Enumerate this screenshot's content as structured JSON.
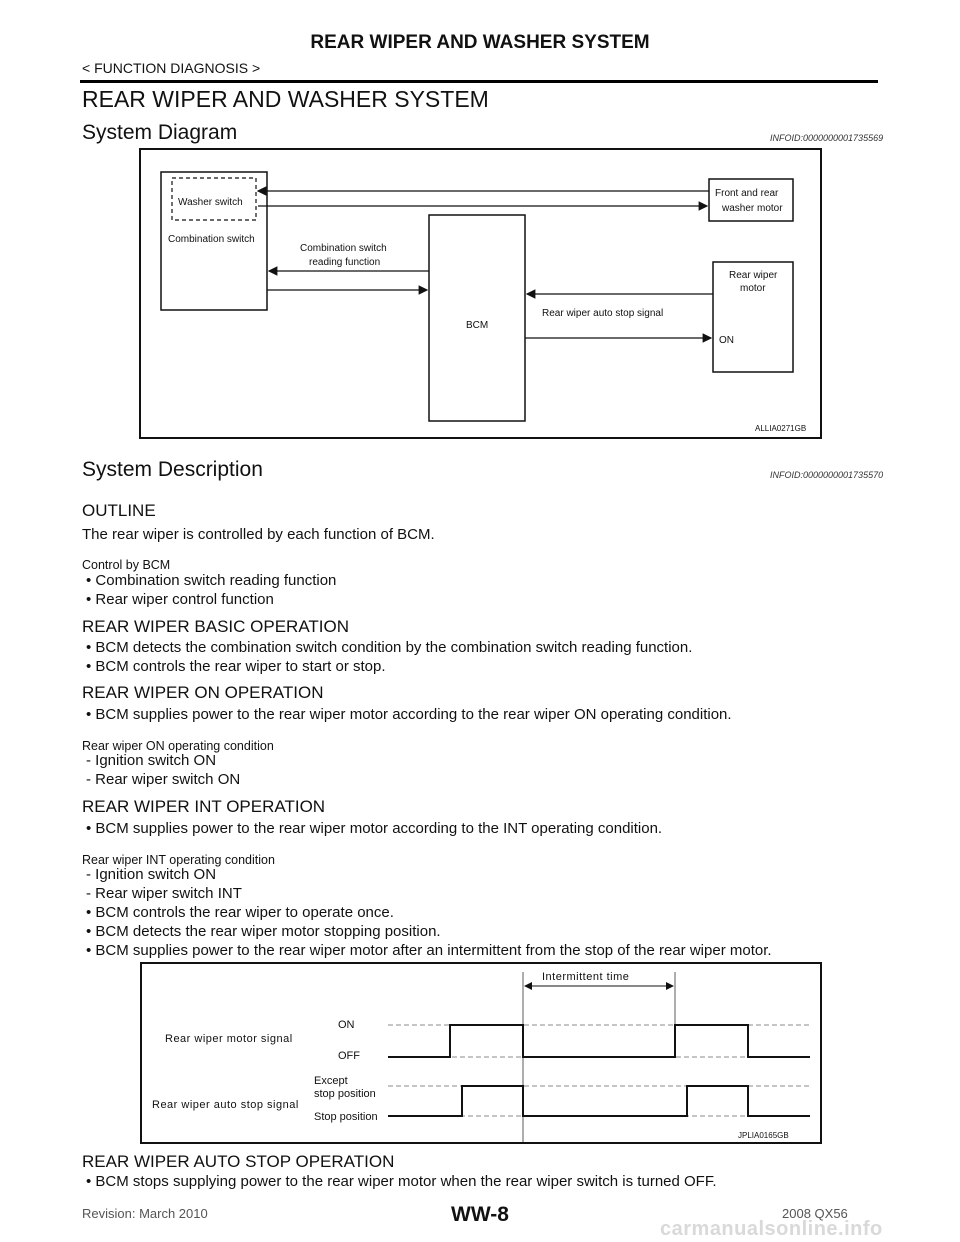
{
  "header": {
    "title": "REAR WIPER AND WASHER SYSTEM",
    "subtitle": "< FUNCTION DIAGNOSIS >"
  },
  "main_title": "REAR WIPER AND WASHER SYSTEM",
  "sections": {
    "diagram": {
      "title": "System Diagram",
      "infoid": "INFOID:0000000001735569"
    },
    "description": {
      "title": "System Description",
      "infoid": "INFOID:0000000001735570"
    }
  },
  "diagram1": {
    "washer_switch": "Washer switch",
    "combination_switch": "Combination switch",
    "front_rear_washer_motor_1": "Front and rear",
    "front_rear_washer_motor_2": "washer motor",
    "comb_reading_1": "Combination switch",
    "comb_reading_2": "reading function",
    "rear_wiper_motor_1": "Rear wiper",
    "rear_wiper_motor_2": "motor",
    "bcm": "BCM",
    "auto_stop_signal": "Rear wiper auto stop signal",
    "on": "ON",
    "figure_id": "ALLIA0271GB"
  },
  "outline": {
    "heading": "OUTLINE",
    "text": "The rear wiper is controlled by each function of BCM.",
    "control_label": "Control by BCM",
    "items": [
      "• Combination switch reading function",
      "• Rear wiper control function"
    ]
  },
  "basic_op": {
    "heading": "REAR WIPER BASIC OPERATION",
    "items": [
      "• BCM detects the combination switch condition by the combination switch reading function.",
      "• BCM controls the rear wiper to start or stop."
    ]
  },
  "on_op": {
    "heading": "REAR WIPER ON OPERATION",
    "item": "• BCM supplies power to the rear wiper motor according to the rear wiper ON operating condition.",
    "condition_label": "Rear wiper ON operating condition",
    "conditions": [
      "- Ignition switch ON",
      "- Rear wiper switch ON"
    ]
  },
  "int_op": {
    "heading": "REAR WIPER INT OPERATION",
    "item": "• BCM supplies power to the rear wiper motor according to the INT operating condition.",
    "condition_label": "Rear wiper INT operating condition",
    "conditions": [
      "- Ignition switch ON",
      "- Rear wiper switch INT"
    ],
    "items2": [
      "• BCM controls the rear wiper to operate once.",
      "• BCM detects the rear wiper motor stopping position.",
      "• BCM supplies power to the rear wiper motor after an intermittent from the stop of the rear wiper motor."
    ]
  },
  "diagram2": {
    "intermittent_time": "Intermittent time",
    "motor_signal": "Rear wiper motor signal",
    "on": "ON",
    "off": "OFF",
    "auto_stop_signal": "Rear wiper auto stop signal",
    "except_1": "Except",
    "except_2": "stop position",
    "stop_position": "Stop position",
    "figure_id": "JPLIA0165GB"
  },
  "auto_stop_op": {
    "heading": "REAR WIPER AUTO STOP OPERATION",
    "item": "• BCM stops supplying power to the rear wiper motor when the rear wiper switch is turned OFF."
  },
  "footer": {
    "revision": "Revision: March 2010",
    "page": "WW-8",
    "model": "2008 QX56",
    "watermark": "carmanualsonline.info"
  }
}
